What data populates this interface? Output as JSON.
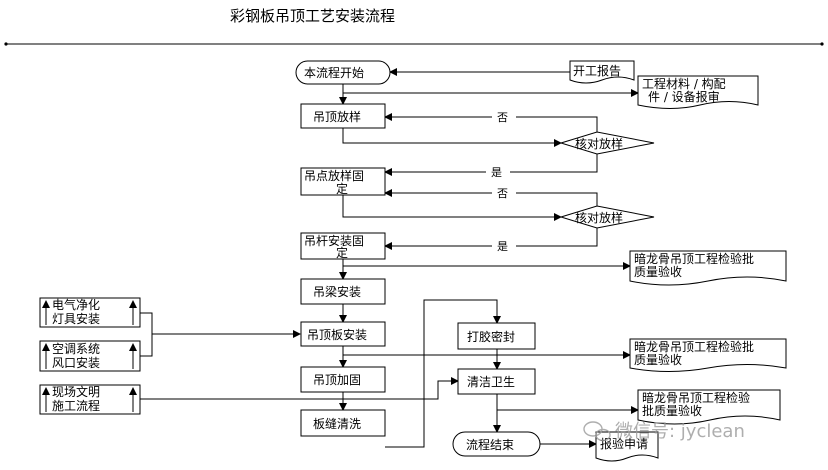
{
  "title": "彩钢板吊顶工艺安装流程",
  "nodes": {
    "start": "本流程开始",
    "report": "开工报告",
    "materials": [
      "工程材料 / 构配",
      "件 / 设备报审"
    ],
    "ceiling_layout": "吊顶放样",
    "check1": "核对放样",
    "hang_point": [
      "吊点放样固",
      "定"
    ],
    "check2": "核对放样",
    "rod_install": [
      "吊杆安装固",
      "定"
    ],
    "inspect1": [
      "暗龙骨吊顶工程检验批",
      "质量验收"
    ],
    "beam_install": "吊梁安装",
    "panel_install": "吊顶板安装",
    "reinforce": "吊顶加固",
    "seam_clean": "板缝清洗",
    "glue_seal": "打胶密封",
    "cleaning": "清洁卫生",
    "end": "流程结束",
    "inspect2": [
      "暗龙骨吊顶工程检验批",
      "质量验收"
    ],
    "inspect3": [
      "暗龙骨吊顶工程检验",
      "批质量验收"
    ],
    "acceptance": "报验申请",
    "electrical": [
      "电气净化",
      "灯具安装"
    ],
    "hvac": [
      "空调系统",
      "风口安装"
    ],
    "site": [
      "现场文明",
      "施工流程"
    ]
  },
  "edge_labels": {
    "no1": "否",
    "yes1": "是",
    "no2": "否",
    "yes2": "是"
  },
  "watermark": "微信号: jyclean"
}
